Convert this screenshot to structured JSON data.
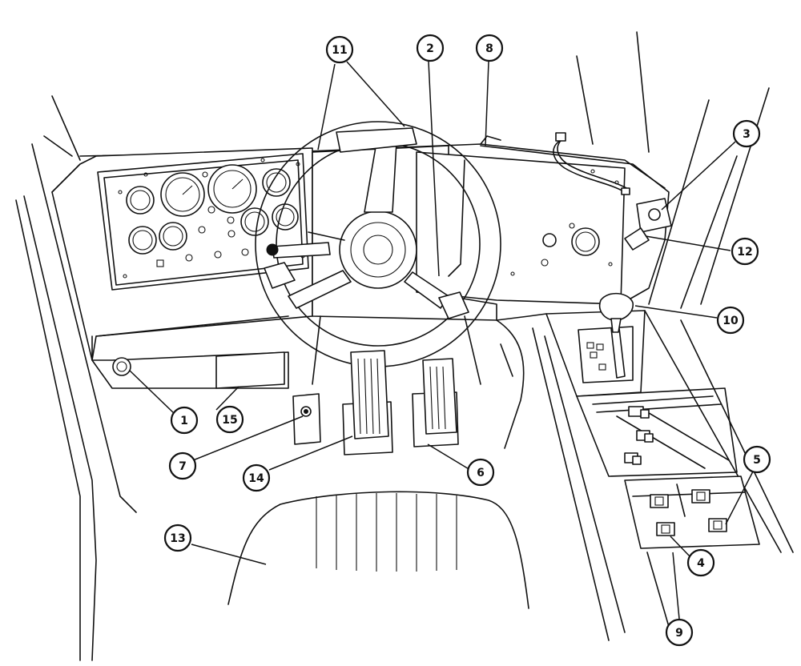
{
  "callouts": [
    {
      "number": "1"
    },
    {
      "number": "2"
    },
    {
      "number": "3"
    },
    {
      "number": "4"
    },
    {
      "number": "5"
    },
    {
      "number": "6"
    },
    {
      "number": "7"
    },
    {
      "number": "8"
    },
    {
      "number": "9"
    },
    {
      "number": "10"
    },
    {
      "number": "11"
    },
    {
      "number": "12"
    },
    {
      "number": "13"
    },
    {
      "number": "14"
    },
    {
      "number": "15"
    }
  ],
  "line_color": "#111111",
  "background_color": "#ffffff"
}
